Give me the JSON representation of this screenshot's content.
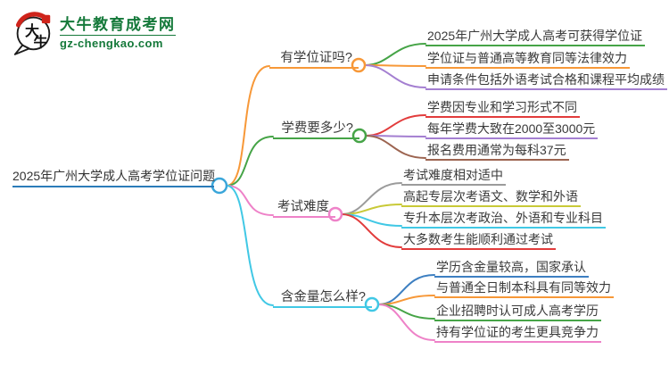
{
  "logo": {
    "site_name": "大牛教育成考网",
    "site_url": "gz-chengkao.com",
    "icon_char_1": "大",
    "icon_char_2": "牛",
    "brand_green": "#15793a",
    "brand_red": "#cf241b",
    "ink_black": "#1c1c1c"
  },
  "mindmap": {
    "root": {
      "label": "2025年广州大学成人高考学位证问题",
      "underline_color": "#2b7cb9",
      "node_color": "#3aa6da",
      "text_color": "#333333"
    },
    "branches": [
      {
        "label": "有学位证吗?",
        "color": "#f79838",
        "children": [
          {
            "label": "2025年广州大学成人高考可获得学位证",
            "color": "#46a447"
          },
          {
            "label": "学位证与普通高等教育同等法律效力",
            "color": "#f79838"
          },
          {
            "label": "申请条件包括外语考试合格和课程平均成绩",
            "color": "#a47fd1"
          }
        ]
      },
      {
        "label": "学费要多少?",
        "color": "#46a447",
        "children": [
          {
            "label": "学费因专业和学习形式不同",
            "color": "#e23c3c"
          },
          {
            "label": "每年学费大致在2000至3000元",
            "color": "#a47fd1"
          },
          {
            "label": "报名费用通常为每科37元",
            "color": "#9c6450"
          }
        ]
      },
      {
        "label": "考试难度",
        "color": "#ee82c8",
        "children": [
          {
            "label": "考试难度相对适中",
            "color": "#9b9b9b"
          },
          {
            "label": "高起专层次考语文、数学和外语",
            "color": "#c8c937"
          },
          {
            "label": "专升本层次考政治、外语和专业科目",
            "color": "#41c8e5"
          },
          {
            "label": "大多数考生能顺利通过考试",
            "color": "#e23c3c"
          }
        ]
      },
      {
        "label": "含金量怎么样?",
        "color": "#41c8e5",
        "children": [
          {
            "label": "学历含金量较高，国家承认",
            "color": "#3d7fc1"
          },
          {
            "label": "与普通全日制本科具有同等效力",
            "color": "#f79838"
          },
          {
            "label": "企业招聘时认可成人高考学历",
            "color": "#46a447"
          },
          {
            "label": "持有学位证的考生更具竞争力",
            "color": "#ee82c8"
          }
        ]
      }
    ]
  }
}
